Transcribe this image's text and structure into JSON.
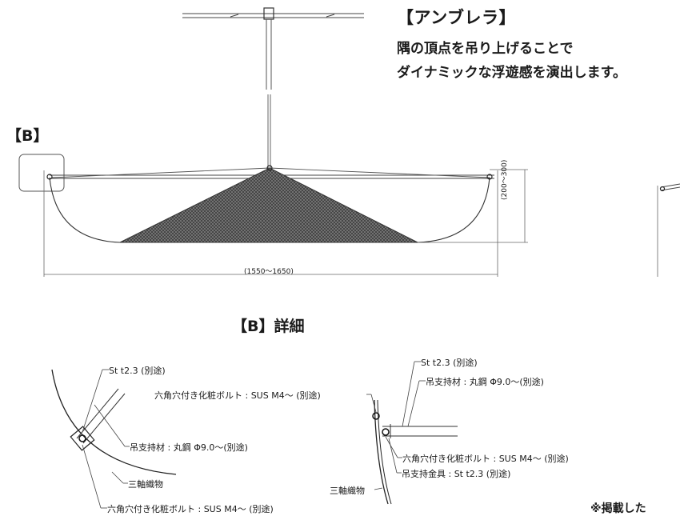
{
  "header": {
    "title": "【アンブレラ】",
    "line1": "隅の頂点を吊り上げることで",
    "line2": "ダイナミックな浮遊感を演出します。"
  },
  "main_view": {
    "label_b": "【B】",
    "dim_width": "(1550〜1650)",
    "dim_height": "(200〜300)"
  },
  "detail": {
    "title": "【B】詳細",
    "left": {
      "steel_plate": "St t2.3 (別途)",
      "suspension_rod": "吊支持材 : 丸鋼 Φ9.0〜(別途)",
      "fabric": "三軸織物",
      "bolt": "六角穴付き化粧ボルト : SUS M4〜 (別途)"
    },
    "right": {
      "steel_plate": "St t2.3 (別途)",
      "suspension_rod": "吊支持材 : 丸鋼 Φ9.0〜(別途)",
      "bolt_top": "六角穴付き化粧ボルト : SUS M4〜 (別途)",
      "bolt_bottom": "六角穴付き化粧ボルト : SUS M4〜 (別途)",
      "bracket": "吊支持金具 : St t2.3 (別途)",
      "fabric": "三軸織物"
    }
  },
  "footer": {
    "note": "※掲載した"
  }
}
